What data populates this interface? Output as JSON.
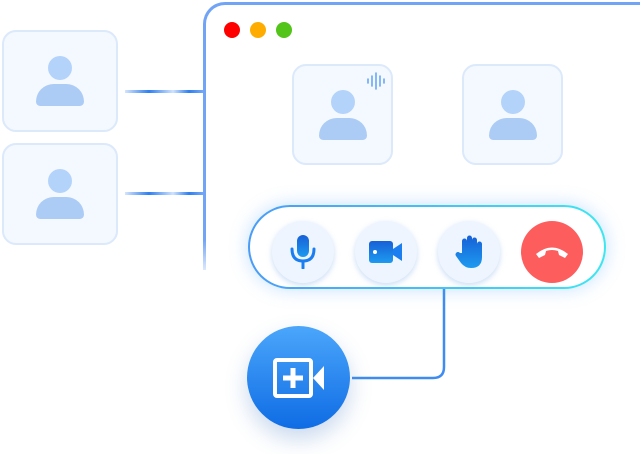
{
  "colors": {
    "accent": "#1a7ef0",
    "window_border": "#72a4f6",
    "tile_bg": "#f4f9ff",
    "avatar": "#b4d3fa",
    "traffic_red": "#fe0000",
    "traffic_yellow": "#fead00",
    "traffic_green": "#52c41a",
    "end_call": "#fe5d5e"
  },
  "window": {
    "traffic_lights": [
      "close",
      "minimize",
      "maximize"
    ],
    "participants": [
      {
        "icon": "user-icon",
        "speaking": true,
        "indicator_icon": "sound-wave-icon"
      },
      {
        "icon": "user-icon",
        "speaking": false
      }
    ]
  },
  "side_participants": [
    {
      "icon": "user-icon"
    },
    {
      "icon": "user-icon"
    }
  ],
  "controls": [
    {
      "name": "microphone",
      "icon": "microphone-icon"
    },
    {
      "name": "camera",
      "icon": "video-camera-icon"
    },
    {
      "name": "raise-hand",
      "icon": "hand-icon"
    },
    {
      "name": "end-call",
      "icon": "phone-hangup-icon"
    }
  ],
  "new_meeting": {
    "icon": "video-plus-icon"
  }
}
